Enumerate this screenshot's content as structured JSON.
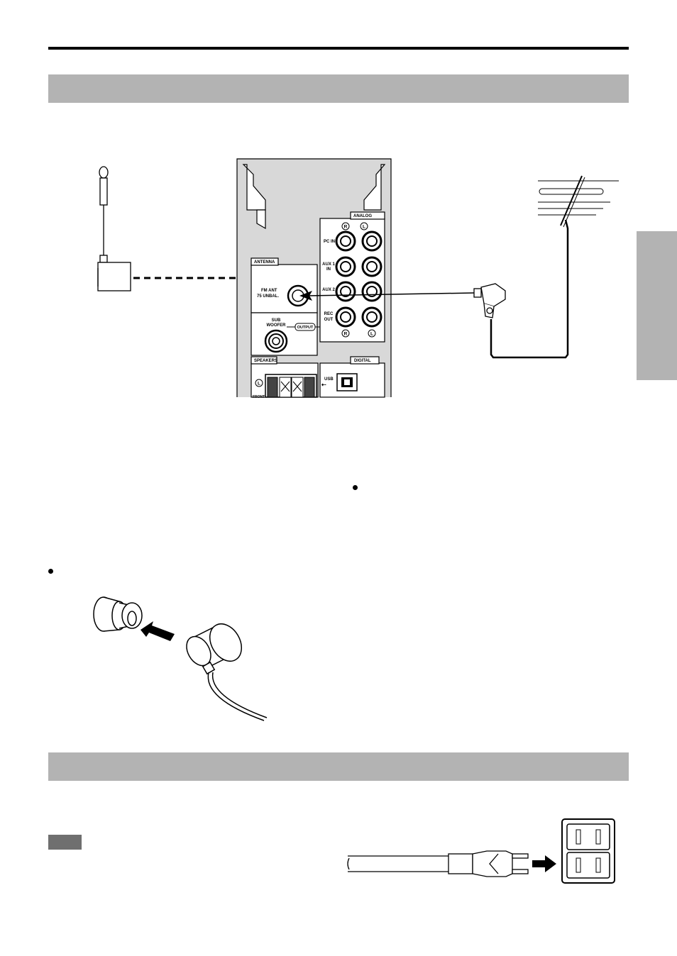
{
  "panel": {
    "analog": "ANALOG",
    "r_mark": "R",
    "l_mark": "L",
    "pc_in": "PC IN",
    "aux1_line1": "AUX 1",
    "aux1_line2": "IN",
    "aux2": "AUX 2",
    "rec_line1": "REC",
    "rec_line2": "OUT",
    "antenna": "ANTENNA",
    "fm_ant": "FM ANT",
    "fm_spec": "75   UNBAL.",
    "sub_line1": "SUB",
    "sub_line2": "WOOFER",
    "output": "OUTPUT",
    "speakers": "SPEAKERS",
    "digital": "DIGITAL",
    "usb": "USB",
    "front": "FRONT"
  },
  "colors": {
    "section_bar": "#b3b3b3",
    "side_tab": "#b3b3b3",
    "panel_fill": "#d8d8d8",
    "note_badge": "#6f6f6f"
  }
}
